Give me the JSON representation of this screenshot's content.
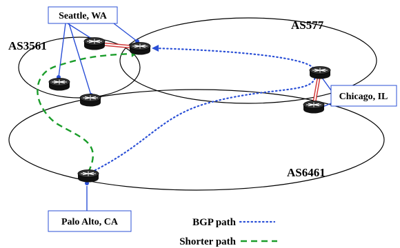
{
  "autonomous_systems": [
    {
      "id": "as3561",
      "label": "AS3561"
    },
    {
      "id": "as577",
      "label": "AS577"
    },
    {
      "id": "as6461",
      "label": "AS6461"
    }
  ],
  "locations": {
    "seattle": "Seattle, WA",
    "chicago": "Chicago, IL",
    "palo_alto": "Palo Alto, CA"
  },
  "legend": {
    "bgp_path": "BGP path",
    "shorter_path": "Shorter path"
  },
  "colors": {
    "bgp_path": "#2a4fd6",
    "shorter_path": "#1a9d2a",
    "inter_as_link": "#d23a3a",
    "label_border": "#2a4fd6"
  },
  "icons": {
    "router": "router-icon"
  }
}
